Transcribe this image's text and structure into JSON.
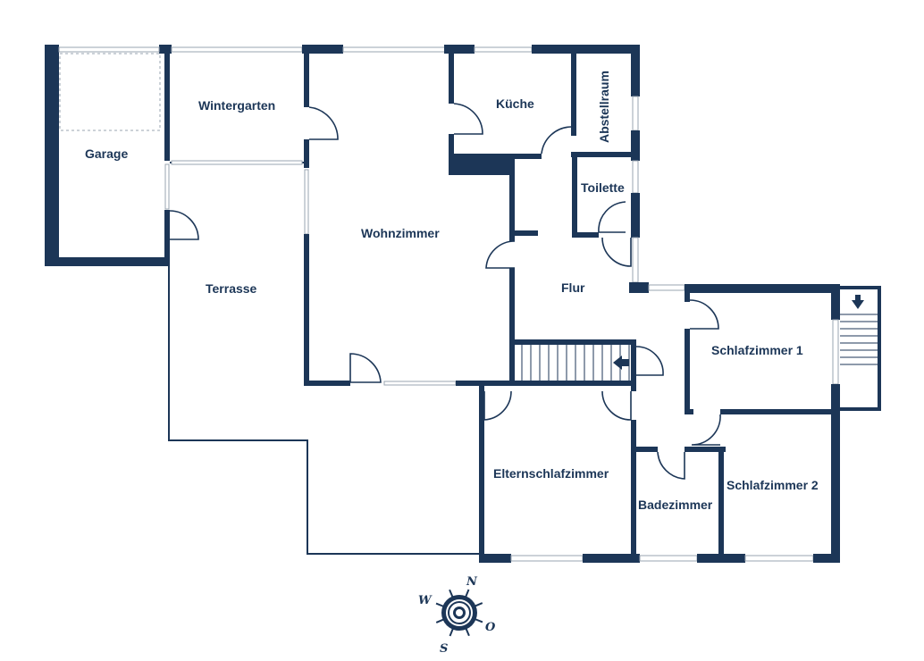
{
  "rooms": {
    "garage": "Garage",
    "wintergarten": "Wintergarten",
    "wohnzimmer": "Wohnzimmer",
    "kueche": "Küche",
    "abstellraum": "Abstellraum",
    "toilette": "Toilette",
    "terrasse": "Terrasse",
    "flur": "Flur",
    "schlafzimmer1": "Schlafzimmer 1",
    "elternschlafzimmer": "Elternschlafzimmer",
    "badezimmer": "Badezimmer",
    "schlafzimmer2": "Schlafzimmer 2"
  },
  "compass": {
    "n": "N",
    "o": "O",
    "s": "S",
    "w": "W"
  },
  "colors": {
    "wall": "#1c3657",
    "window": "#9aa4b0",
    "background": "#ffffff"
  }
}
